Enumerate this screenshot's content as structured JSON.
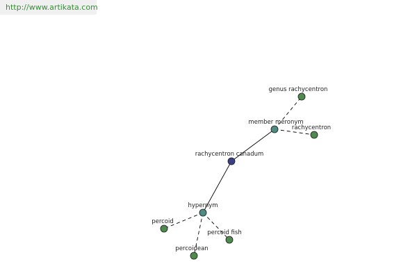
{
  "source_banner": {
    "text": "http://www.artikata.com"
  },
  "colors": {
    "banner_text": "#3a8a3a",
    "edge": "#000000",
    "center_node": "#3c3f84",
    "relation_node": "#4e8b83",
    "leaf_node": "#4f8a4e"
  },
  "graph": {
    "nodes": [
      {
        "id": "rachycentron-canadum",
        "label": "rachycentron canadum",
        "kind": "center"
      },
      {
        "id": "member-meronym",
        "label": "member meronym",
        "kind": "relation"
      },
      {
        "id": "hypernym",
        "label": "hypernym",
        "kind": "relation"
      },
      {
        "id": "genus-rachycentron",
        "label": "genus rachycentron",
        "kind": "leaf"
      },
      {
        "id": "rachycentron",
        "label": "rachycentron",
        "kind": "leaf"
      },
      {
        "id": "percoid",
        "label": "percoid",
        "kind": "leaf"
      },
      {
        "id": "percoidean",
        "label": "percoidean",
        "kind": "leaf"
      },
      {
        "id": "percoid-fish",
        "label": "percoid fish",
        "kind": "leaf"
      }
    ],
    "edges": [
      {
        "from": "rachycentron-canadum",
        "to": "member-meronym",
        "style": "solid"
      },
      {
        "from": "rachycentron-canadum",
        "to": "hypernym",
        "style": "solid"
      },
      {
        "from": "member-meronym",
        "to": "genus-rachycentron",
        "style": "dashed"
      },
      {
        "from": "member-meronym",
        "to": "rachycentron",
        "style": "dashed"
      },
      {
        "from": "hypernym",
        "to": "percoid",
        "style": "dashed"
      },
      {
        "from": "hypernym",
        "to": "percoidean",
        "style": "dashed"
      },
      {
        "from": "hypernym",
        "to": "percoid-fish",
        "style": "dashed"
      }
    ]
  }
}
